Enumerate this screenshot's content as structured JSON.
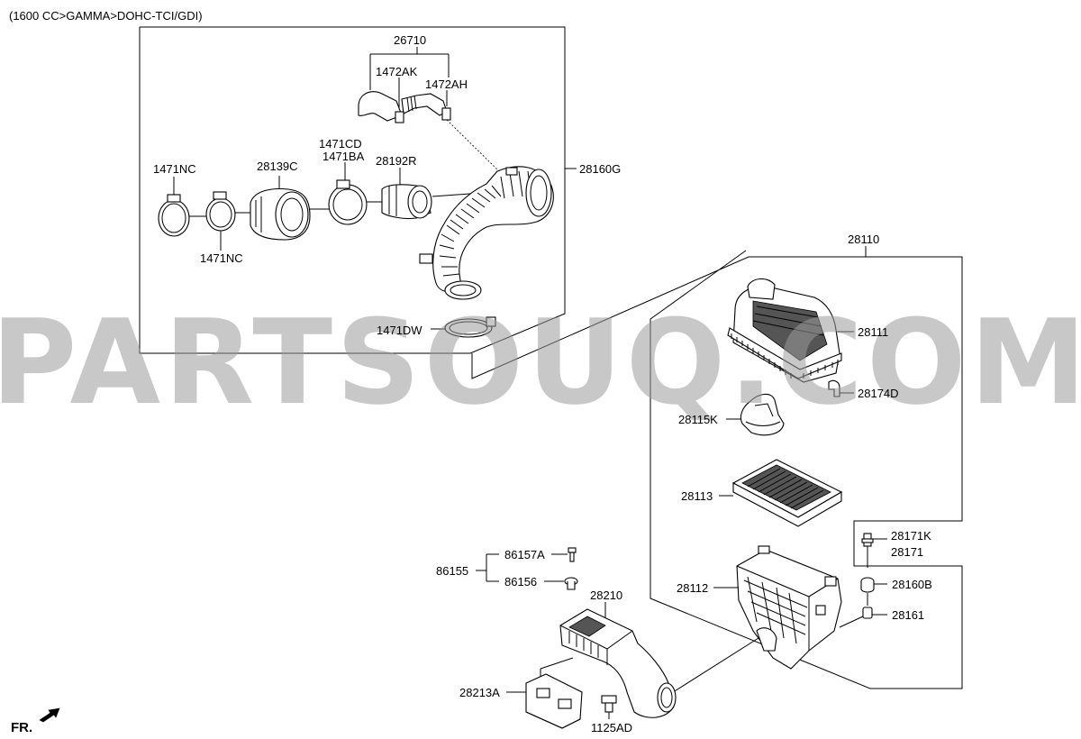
{
  "header": {
    "variant": "(1600 CC>GAMMA>DOHC-TCI/GDI)"
  },
  "watermark": "PARTSOUQ.COM",
  "orientation_label": "FR.",
  "labels": {
    "p26710": "26710",
    "p1472AK": "1472AK",
    "p1472AH": "1472AH",
    "p1471CD": "1471CD",
    "p1471BA": "1471BA",
    "p28192R": "28192R",
    "p28139C": "28139C",
    "p1471NC_top": "1471NC",
    "p1471NC_bottom": "1471NC",
    "p28160G": "28160G",
    "p1471DW": "1471DW",
    "p28110": "28110",
    "p28111": "28111",
    "p28174D": "28174D",
    "p28115K": "28115K",
    "p28113": "28113",
    "p28171K": "28171K",
    "p28171": "28171",
    "p28160B": "28160B",
    "p28161": "28161",
    "p28112": "28112",
    "p86155": "86155",
    "p86157A": "86157A",
    "p86156": "86156",
    "p28210": "28210",
    "p28213A": "28213A",
    "p1125AD": "1125AD"
  }
}
